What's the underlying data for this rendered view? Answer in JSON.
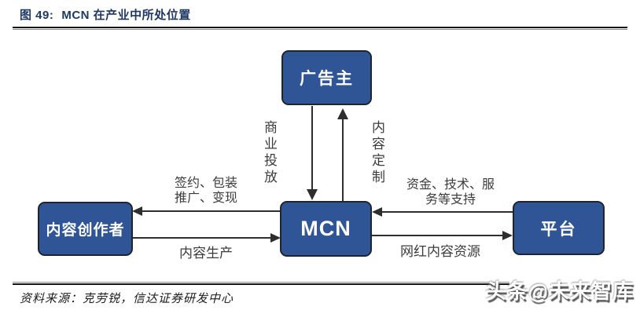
{
  "header": {
    "figure_label": "图 49:",
    "title": "MCN 在产业中所处位置"
  },
  "diagram": {
    "nodes": {
      "advertiser": "广告主",
      "mcn": "MCN",
      "creator": "内容创作者",
      "platform": "平台"
    },
    "edges": {
      "commercial_placement": "商业投放",
      "content_customization": "内容定制",
      "sign_package_line1": "签约、包装",
      "sign_package_line2": "推广、变现",
      "content_production": "内容生产",
      "support_line1": "资金、技术、服",
      "support_line2": "务等支持",
      "influencer_content_resources": "网红内容资源"
    }
  },
  "footer": {
    "source": "资料来源：克劳锐，信达证券研发中心",
    "watermark": "头条@未来智库"
  },
  "colors": {
    "node_fill": "#2F5597",
    "node_border": "#20242C",
    "title_text": "#1F3864",
    "arrow": "#2E2E2E",
    "label_text": "#3C3C3C"
  }
}
